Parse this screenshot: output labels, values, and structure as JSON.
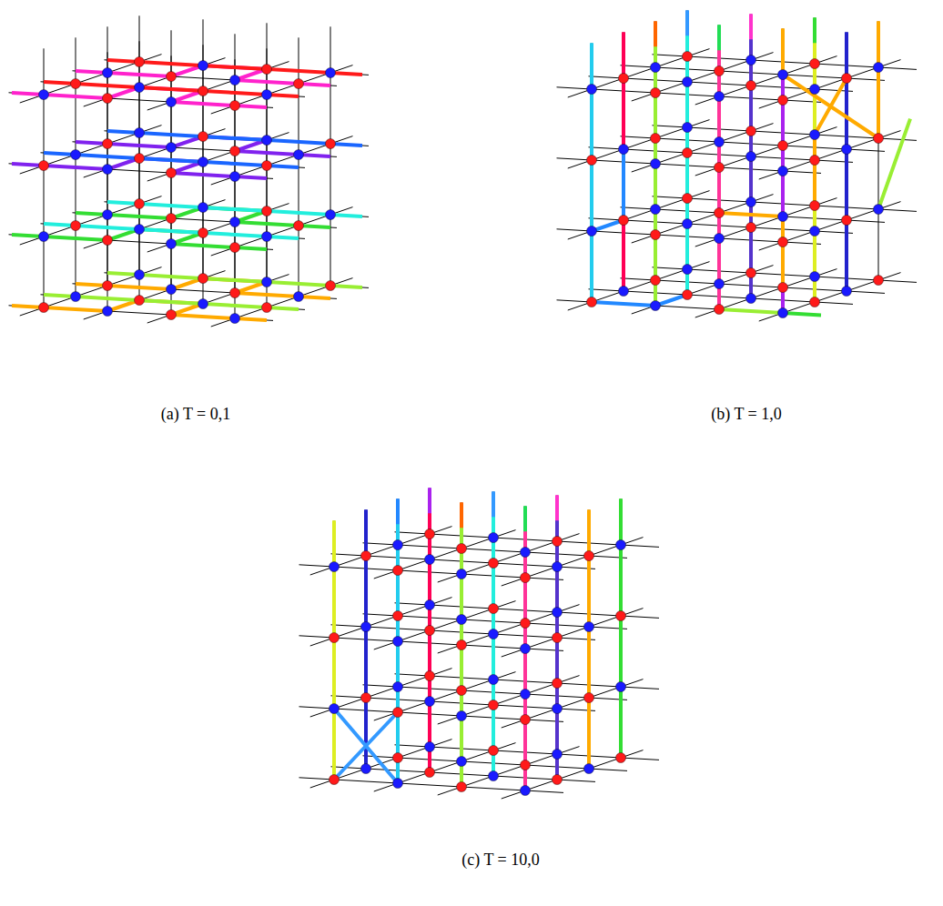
{
  "diagram": {
    "labels": [
      "(a) T = 0,1",
      "(b) T = 1,0",
      "(c) T = 10,0"
    ]
  }
}
